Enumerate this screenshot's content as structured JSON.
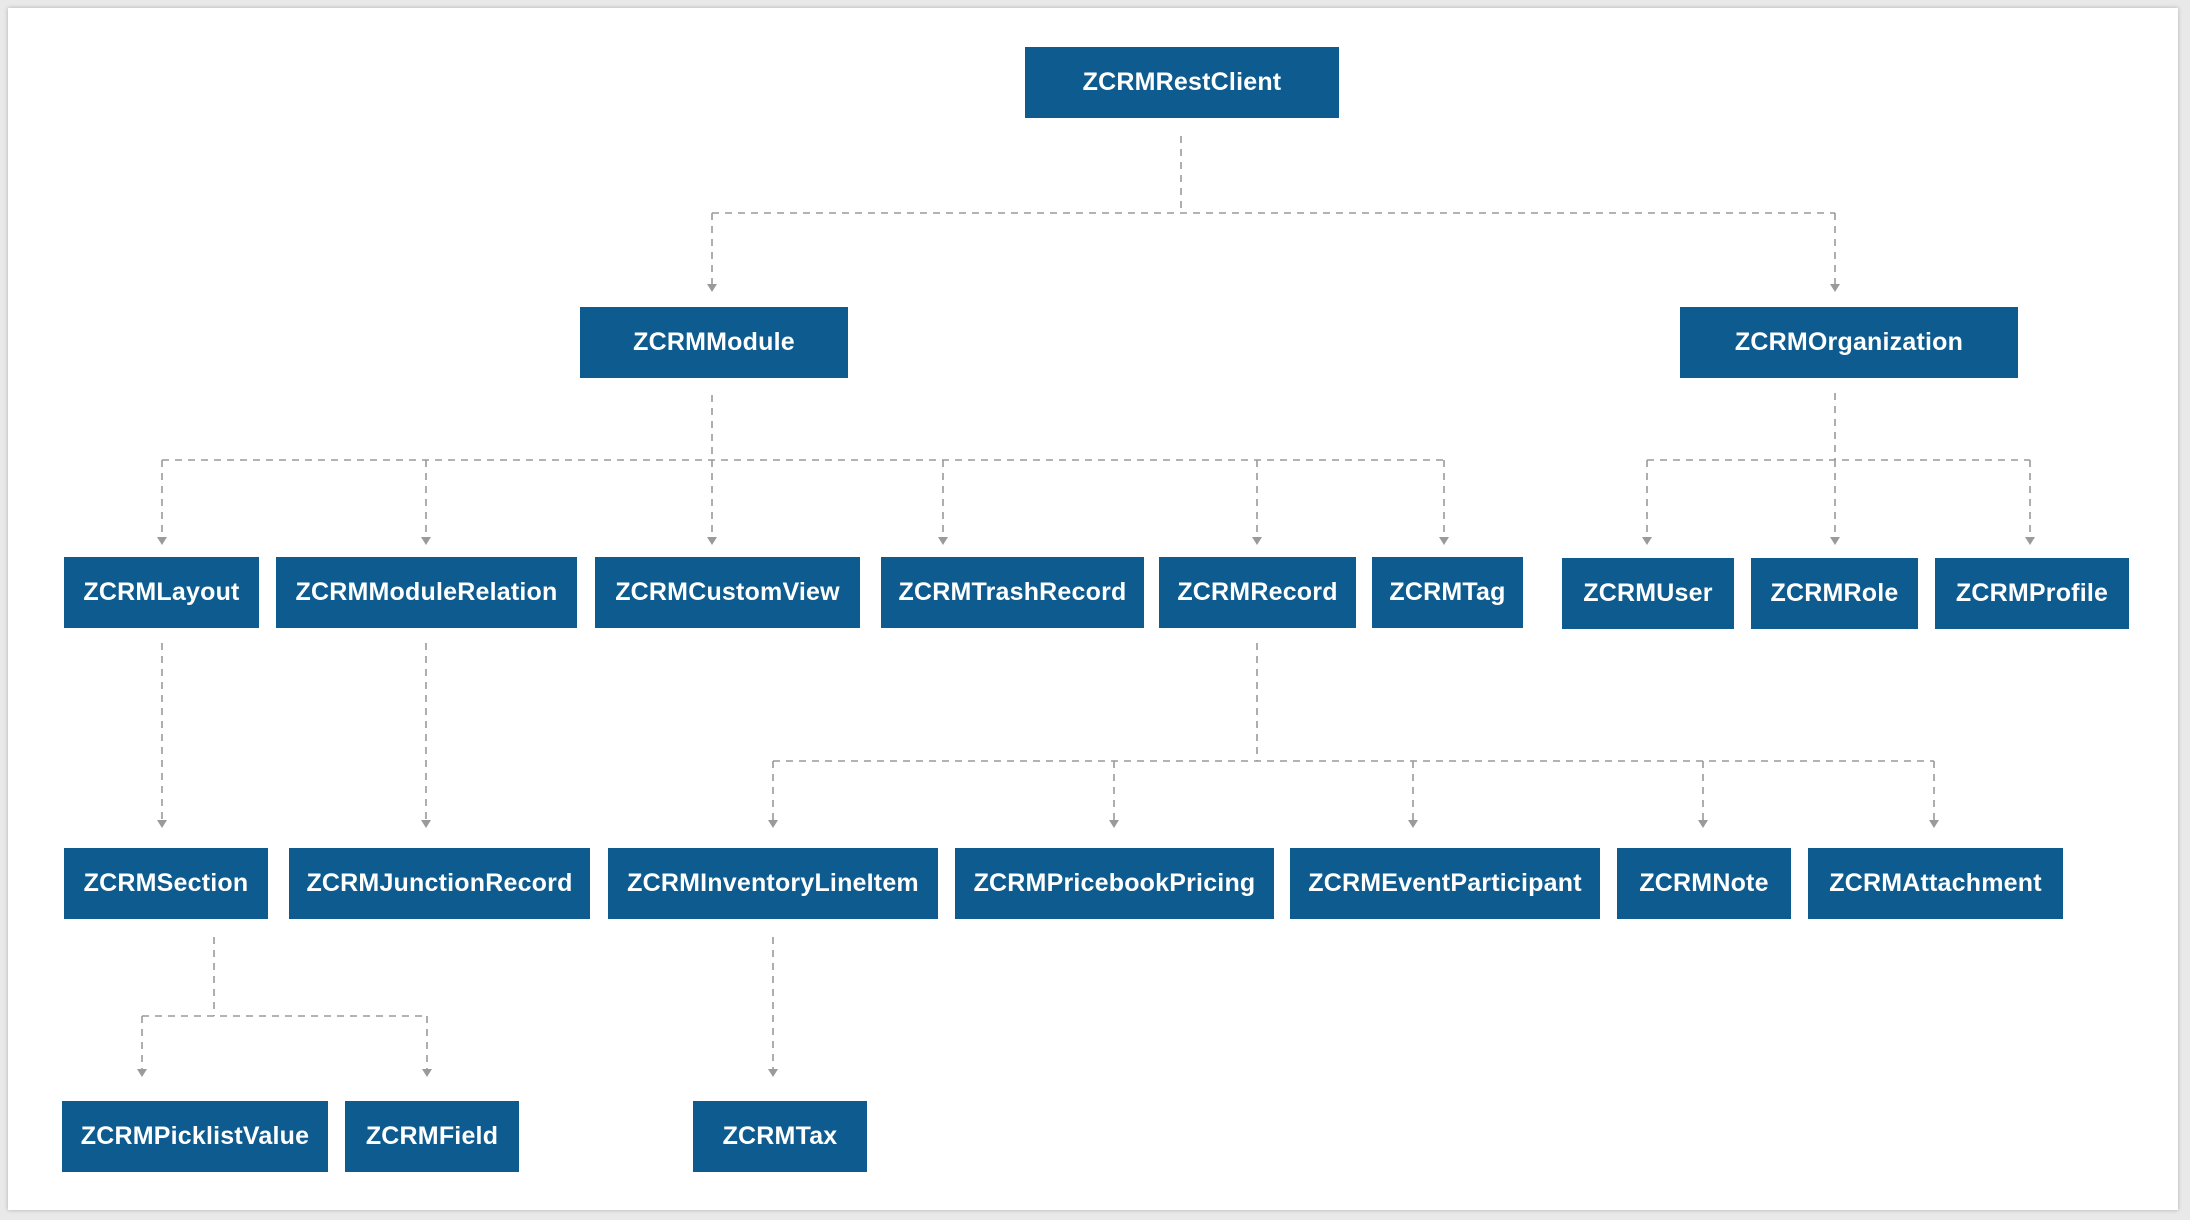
{
  "diagram": {
    "colors": {
      "node_fill": "#0d5b8f",
      "node_text": "#ffffff",
      "connector": "#9a9a9a",
      "background": "#ffffff"
    },
    "connector_style": "dashed-arrow",
    "nodes": {
      "rest_client": "ZCRMRestClient",
      "module": "ZCRMModule",
      "organization": "ZCRMOrganization",
      "layout": "ZCRMLayout",
      "module_relation": "ZCRMModuleRelation",
      "custom_view": "ZCRMCustomView",
      "trash_record": "ZCRMTrashRecord",
      "record": "ZCRMRecord",
      "tag": "ZCRMTag",
      "user": "ZCRMUser",
      "role": "ZCRMRole",
      "profile": "ZCRMProfile",
      "section": "ZCRMSection",
      "junction_record": "ZCRMJunctionRecord",
      "inventory_line_item": "ZCRMInventoryLineItem",
      "pricebook_pricing": "ZCRMPricebookPricing",
      "event_participant": "ZCRMEventParticipant",
      "note": "ZCRMNote",
      "attachment": "ZCRMAttachment",
      "picklist_value": "ZCRMPicklistValue",
      "field": "ZCRMField",
      "tax": "ZCRMTax"
    },
    "edges": [
      [
        "rest_client",
        "module"
      ],
      [
        "rest_client",
        "organization"
      ],
      [
        "module",
        "layout"
      ],
      [
        "module",
        "module_relation"
      ],
      [
        "module",
        "custom_view"
      ],
      [
        "module",
        "trash_record"
      ],
      [
        "module",
        "record"
      ],
      [
        "module",
        "tag"
      ],
      [
        "organization",
        "user"
      ],
      [
        "organization",
        "role"
      ],
      [
        "organization",
        "profile"
      ],
      [
        "layout",
        "section"
      ],
      [
        "module_relation",
        "junction_record"
      ],
      [
        "record",
        "inventory_line_item"
      ],
      [
        "record",
        "pricebook_pricing"
      ],
      [
        "record",
        "event_participant"
      ],
      [
        "record",
        "note"
      ],
      [
        "record",
        "attachment"
      ],
      [
        "section",
        "picklist_value"
      ],
      [
        "section",
        "field"
      ],
      [
        "inventory_line_item",
        "tax"
      ]
    ]
  }
}
